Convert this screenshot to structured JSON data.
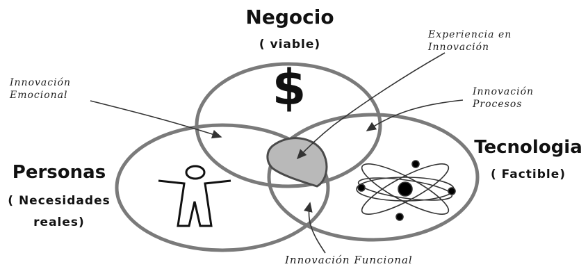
{
  "circles": {
    "top": {
      "title": "Negocio",
      "subtitle": "( viable)"
    },
    "left": {
      "title": "Personas",
      "subtitle_1": "( Necesidades",
      "subtitle_2": "reales)"
    },
    "right": {
      "title": "Tecnologia",
      "subtitle": "( Factible)"
    }
  },
  "icons": {
    "top": {
      "name": "dollar-sign-icon",
      "glyph": "$"
    },
    "left": {
      "name": "person-icon"
    },
    "right": {
      "name": "atom-icon"
    }
  },
  "annotations": {
    "emocional_1": "Innovación",
    "emocional_2": "Emocional",
    "experiencia_1": "Experiencia en",
    "experiencia_2": "Innovación",
    "procesos_1": "Innovación",
    "procesos_2": "Procesos",
    "funcional": "Innovación Funcional"
  },
  "colors": {
    "circle_stroke": "#7a7a7a",
    "center_fill": "#b9b9b9",
    "text": "#111111"
  }
}
